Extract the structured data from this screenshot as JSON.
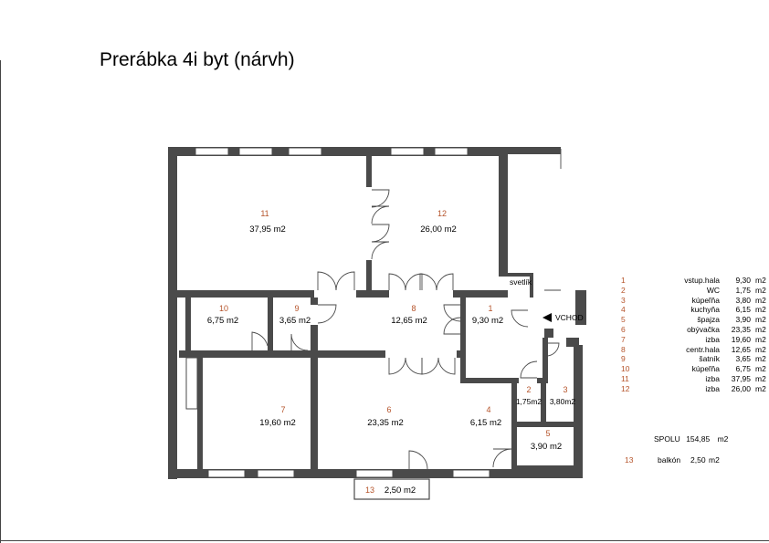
{
  "title": "Prerábka 4i byt (nárvh)",
  "rooms": {
    "r11": {
      "num": "11",
      "area": "37,95  m2"
    },
    "r12": {
      "num": "12",
      "area": "26,00  m2"
    },
    "r10": {
      "num": "10",
      "area": "6,75  m2"
    },
    "r9": {
      "num": "9",
      "area": "3,65  m2"
    },
    "r8": {
      "num": "8",
      "area": "12,65  m2"
    },
    "r1": {
      "num": "1",
      "area": "9,30  m2"
    },
    "r7": {
      "num": "7",
      "area": "19,60  m2"
    },
    "r6": {
      "num": "6",
      "area": "23,35  m2"
    },
    "r4": {
      "num": "4",
      "area": "6,15  m2"
    },
    "r2": {
      "num": "2",
      "area": "1,75m2"
    },
    "r3": {
      "num": "3",
      "area": "3,80m2"
    },
    "r5": {
      "num": "5",
      "area": "3,90  m2"
    },
    "r13": {
      "num": "13",
      "area": "2,50  m2"
    }
  },
  "labels": {
    "light_well": "svetlík",
    "entrance": "VCHOD"
  },
  "legend": [
    {
      "num": "1",
      "name": "vstup.hala",
      "area": "9,30",
      "unit": "m2"
    },
    {
      "num": "2",
      "name": "WC",
      "area": "1,75",
      "unit": "m2"
    },
    {
      "num": "3",
      "name": "kúpeľňa",
      "area": "3,80",
      "unit": "m2"
    },
    {
      "num": "4",
      "name": "kuchyňa",
      "area": "6,15",
      "unit": "m2"
    },
    {
      "num": "5",
      "name": "špajza",
      "area": "3,90",
      "unit": "m2"
    },
    {
      "num": "6",
      "name": "obývačka",
      "area": "23,35",
      "unit": "m2"
    },
    {
      "num": "7",
      "name": "izba",
      "area": "19,60",
      "unit": "m2"
    },
    {
      "num": "8",
      "name": "centr.hala",
      "area": "12,65",
      "unit": "m2"
    },
    {
      "num": "9",
      "name": "šatník",
      "area": "3,65",
      "unit": "m2"
    },
    {
      "num": "10",
      "name": "kúpeľňa",
      "area": "6,75",
      "unit": "m2"
    },
    {
      "num": "11",
      "name": "izba",
      "area": "37,95",
      "unit": "m2"
    },
    {
      "num": "12",
      "name": "izba",
      "area": "26,00",
      "unit": "m2"
    }
  ],
  "total": {
    "label": "SPOLU",
    "area": "154,85",
    "unit": "m2"
  },
  "balcony": {
    "num": "13",
    "name": "balkón",
    "area": "2,50",
    "unit": "m2"
  }
}
